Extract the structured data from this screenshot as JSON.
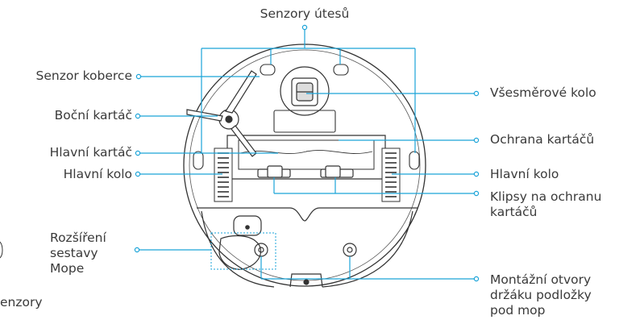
{
  "labels": {
    "cliff_sensors": "Senzory útesů",
    "carpet_sensor": "Senzor koberce",
    "side_brush": "Boční kartáč",
    "main_brush": "Hlavní kartáč",
    "main_wheel_left": "Hlavní kolo",
    "mop_assembly": "Rozšíření\nsestavy\nMope",
    "omni_wheel": "Všesměrové kolo",
    "brush_guard": "Ochrana kartáčů",
    "main_wheel_right": "Hlavní kolo",
    "brush_guard_clips": "Klipsy na ochranu\nkartáčů",
    "mop_mount_holes": "Montážní otvory\ndržáku podložky\npod mop",
    "cut_left_senzory": "enzory"
  },
  "colors": {
    "leader": "#1aa3d8",
    "outline": "#333333",
    "text": "#3a3a3a"
  }
}
